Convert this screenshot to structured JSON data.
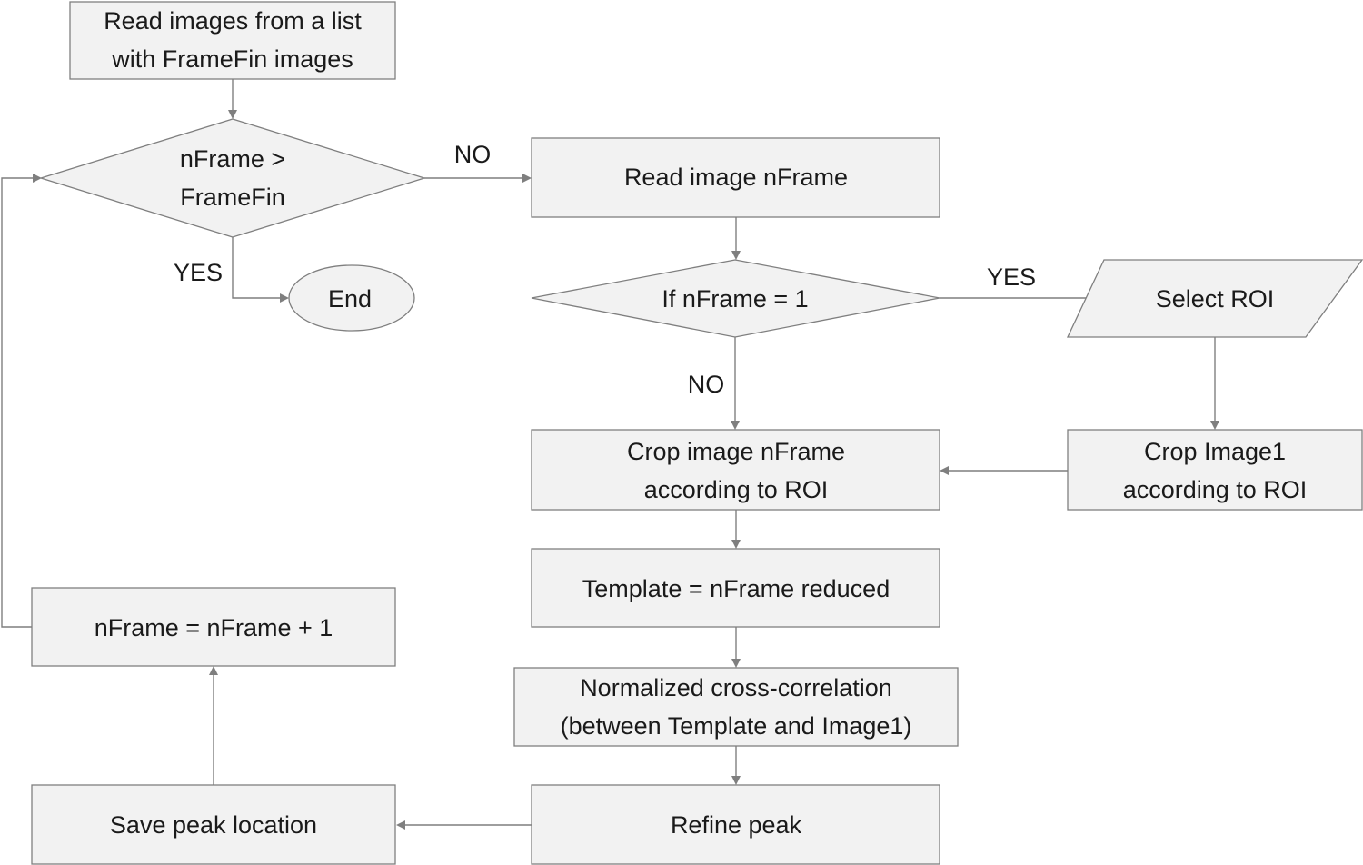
{
  "nodes": {
    "read_list": {
      "lines": [
        "Read images from a list",
        "with FrameFin images"
      ]
    },
    "decision_end": {
      "lines": [
        "nFrame >",
        "FrameFin"
      ]
    },
    "end": {
      "lines": [
        "End"
      ]
    },
    "read_image": {
      "lines": [
        "Read image nFrame"
      ]
    },
    "decision_first": {
      "lines": [
        "If nFrame = 1"
      ]
    },
    "select_roi": {
      "lines": [
        "Select ROI"
      ]
    },
    "crop_image1": {
      "lines": [
        "Crop Image1",
        "according to ROI"
      ]
    },
    "crop_frame": {
      "lines": [
        "Crop image nFrame",
        "according to ROI"
      ]
    },
    "template": {
      "lines": [
        "Template = nFrame reduced"
      ]
    },
    "ncc": {
      "lines": [
        "Normalized cross-correlation",
        "(between Template and Image1)"
      ]
    },
    "refine": {
      "lines": [
        "Refine peak"
      ]
    },
    "save_peak": {
      "lines": [
        "Save peak location"
      ]
    },
    "increment": {
      "lines": [
        "nFrame = nFrame + 1"
      ]
    }
  },
  "edge_labels": {
    "end_no": "NO",
    "end_yes": "YES",
    "first_yes": "YES",
    "first_no": "NO"
  },
  "colors": {
    "box_fill": "#f2f2f2",
    "box_stroke": "#7f7f7f",
    "arrow": "#7f7f7f",
    "text": "#1a1a1a"
  }
}
